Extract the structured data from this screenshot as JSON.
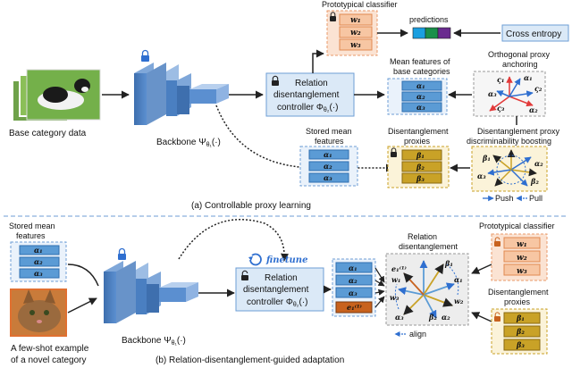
{
  "top": {
    "base_label": "Base category data",
    "backbone_label": "Backbone Ψ",
    "backbone_sub": "θ₁",
    "backbone_suffix": "(·)",
    "controller_line1": "Relation",
    "controller_line2": "disentanglement",
    "controller_line3": "controller Φ",
    "controller_sub": "θ₂",
    "controller_suffix": "(·)",
    "proto_title": "Prototypical classifier",
    "proto_items": [
      "w₁",
      "w₂",
      "w₃"
    ],
    "predictions": "predictions",
    "cross_entropy": "Cross entropy",
    "mean_feat_line1": "Mean features of",
    "mean_feat_line2": "base categories",
    "alpha_items": [
      "α₁",
      "α₂",
      "α₃"
    ],
    "ortho_line1": "Orthogonal proxy",
    "ortho_line2": "anchoring",
    "stored_line1": "Stored mean",
    "stored_line2": "features",
    "dis_proxies_line1": "Disentanglement",
    "dis_proxies_line2": "proxies",
    "beta_items": [
      "β₁",
      "β₂",
      "β₃"
    ],
    "boost_line1": "Disentanglement proxy",
    "boost_line2": "discriminability boosting",
    "push": "Push",
    "pull": "Pull",
    "caption": "(a) Controllable proxy learning"
  },
  "bottom": {
    "stored_line1": "Stored mean",
    "stored_line2": "features",
    "finetune": "finetune",
    "backbone_label": "Backbone Ψ",
    "backbone_sub": "θ₁",
    "backbone_suffix": "(·)",
    "controller_line1": "Relation",
    "controller_line2": "disentanglement",
    "controller_line3": "controller Φ",
    "controller_sub": "θ₂",
    "controller_suffix": "(·)",
    "alpha_items": [
      "α₁",
      "α₂",
      "α₃"
    ],
    "novel_item": "e₁⁽¹⁾",
    "relation_line1": "Relation",
    "relation_line2": "disentanglement",
    "align": "align",
    "proto_title": "Prototypical classifier",
    "proto_items": [
      "w₁",
      "w₂",
      "w₃"
    ],
    "dis_proxies_line1": "Disentanglement",
    "dis_proxies_line2": "proxies",
    "beta_items": [
      "β₁",
      "β₂",
      "β₃"
    ],
    "fewshot_line1": "A few-shot example",
    "fewshot_line2": "of a novel category",
    "caption": "(b) Relation-disentanglement-guided adaptation"
  },
  "colors": {
    "controller_fill": "#dbe9f7",
    "backbone_front": "#4a7fc1",
    "backbone_top": "#7fa7d9",
    "proto_fill": "#f7c6a3",
    "alpha_fill": "#5b9bd5",
    "beta_fill": "#c9a227",
    "novel_fill": "#c8621e",
    "pred_colors": [
      "#1a9fe0",
      "#1a8f4a",
      "#6a2b8f"
    ],
    "dashed_stroke": "#6d9ed6",
    "arrow": "#222222"
  }
}
